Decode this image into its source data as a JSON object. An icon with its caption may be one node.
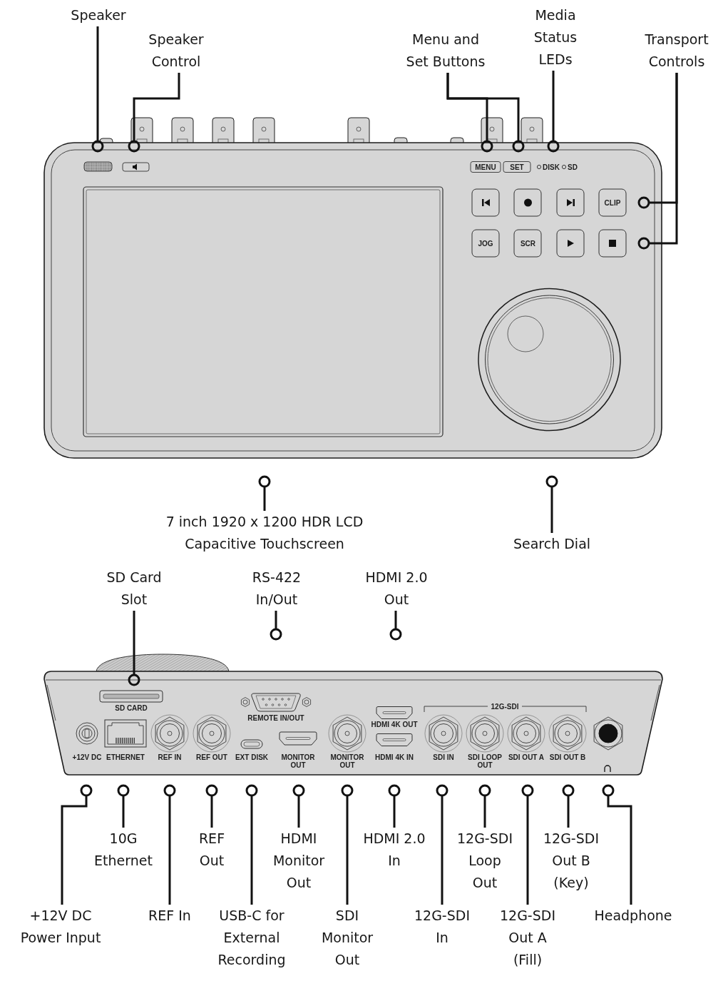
{
  "diagram": {
    "nodes": [
      {
        "text": [
          "Speaker"
        ]
      },
      {
        "text": [
          "Speaker Control"
        ]
      },
      {
        "text": [
          "Menu and Set Buttons"
        ]
      },
      {
        "text": [
          "Media Status LEDs"
        ]
      },
      {
        "text": [
          "Transport Controls"
        ]
      },
      {
        "text": [
          "7 inch 1920 x 1200 HDR LCD Capacitive Touchscreen"
        ]
      },
      {
        "text": [
          "Search Dial"
        ]
      },
      {
        "text": [
          "SD Card Slot"
        ]
      },
      {
        "text": [
          "RS-422 In/Out"
        ]
      },
      {
        "text": [
          "HDMI 2.0 Out"
        ]
      },
      {
        "text": [
          "10G Ethernet"
        ]
      },
      {
        "text": [
          "REF Out"
        ]
      },
      {
        "text": [
          "HDMI Monitor Out"
        ]
      },
      {
        "text": [
          "HDMI 2.0 In"
        ]
      },
      {
        "text": [
          "12G-SDI Loop Out"
        ]
      },
      {
        "text": [
          "12G-SDI Out B (Key)"
        ]
      },
      {
        "text": [
          "+12V DC Power Input"
        ]
      },
      {
        "text": [
          "REF In"
        ]
      },
      {
        "text": [
          "USB-C for External Recording"
        ]
      },
      {
        "text": [
          "SDI Monitor Out"
        ]
      },
      {
        "text": [
          "12G-SDI In"
        ]
      },
      {
        "text": [
          "12G-SDI Out A (Fill)"
        ]
      },
      {
        "text": [
          "Headphone"
        ]
      }
    ],
    "edges": [
      {
        "from": 0,
        "to": null,
        "arrow": "other"
      },
      {
        "from": 1,
        "to": null,
        "arrow": "other"
      },
      {
        "from": 2,
        "to": null,
        "arrow": "other"
      },
      {
        "from": 2,
        "to": null,
        "arrow": "other"
      },
      {
        "from": 3,
        "to": null,
        "arrow": "other"
      },
      {
        "from": 4,
        "to": null,
        "arrow": "other"
      },
      {
        "from": 4,
        "to": null,
        "arrow": "other"
      },
      {
        "from": 5,
        "to": null,
        "arrow": "other"
      },
      {
        "from": 6,
        "to": null,
        "arrow": "other"
      },
      {
        "from": 7,
        "to": null,
        "arrow": "other"
      },
      {
        "from": 8,
        "to": null,
        "arrow": "other"
      },
      {
        "from": 9,
        "to": null,
        "arrow": "other"
      },
      {
        "from": 10,
        "to": null,
        "arrow": "other"
      },
      {
        "from": 11,
        "to": null,
        "arrow": "other"
      },
      {
        "from": 12,
        "to": null,
        "arrow": "other"
      },
      {
        "from": 13,
        "to": null,
        "arrow": "other"
      },
      {
        "from": 14,
        "to": null,
        "arrow": "other"
      },
      {
        "from": 15,
        "to": null,
        "arrow": "other"
      },
      {
        "from": 16,
        "to": null,
        "arrow": "other"
      },
      {
        "from": 17,
        "to": null,
        "arrow": "other"
      },
      {
        "from": 18,
        "to": null,
        "arrow": "other"
      },
      {
        "from": 19,
        "to": null,
        "arrow": "other"
      },
      {
        "from": 20,
        "to": null,
        "arrow": "other"
      },
      {
        "from": 21,
        "to": null,
        "arrow": "other"
      },
      {
        "from": 22,
        "to": null,
        "arrow": "other"
      }
    ],
    "labels": [
      "MENU",
      "SET",
      "DISK",
      "SD",
      "CLIP",
      "JOG",
      "SCR",
      "SD CARD",
      "12G-SDI",
      "REMOTE IN/OUT",
      "HDMI 4K OUT",
      "+12V DC",
      "ETHERNET",
      "REF IN",
      "REF OUT",
      "EXT DISK",
      "MONITOR OUT",
      "MONITOR OUT",
      "HDMI 4K IN",
      "SDI IN",
      "SDI LOOP OUT",
      "SDI OUT A",
      "SDI OUT B"
    ]
  }
}
